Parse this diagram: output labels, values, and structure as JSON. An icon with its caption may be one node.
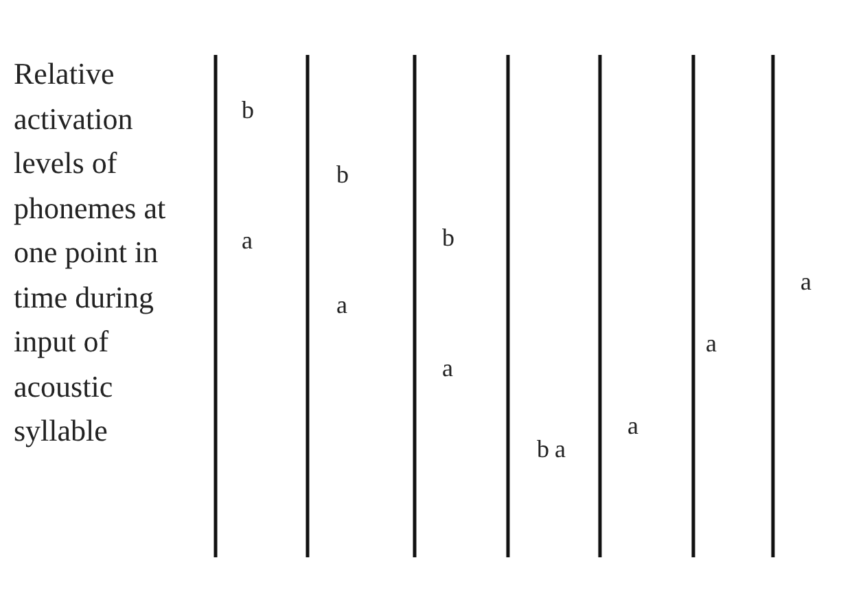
{
  "diagram": {
    "labels": [
      "Relative activation levels of phonemes at one point in time during input of acoustic syllable",
      "b",
      "a",
      "b",
      "a",
      "b",
      "a",
      "b",
      "a",
      "a",
      "a",
      "a"
    ]
  }
}
